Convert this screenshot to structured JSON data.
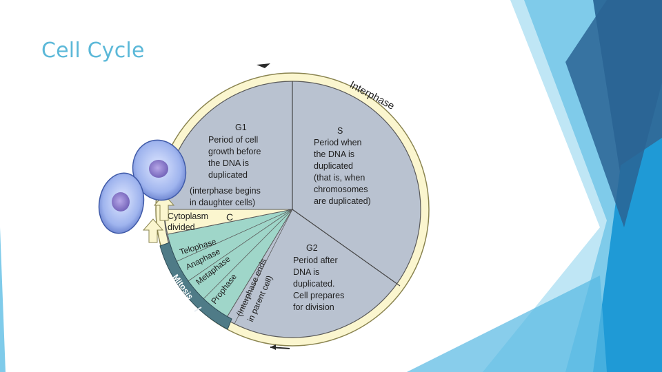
{
  "slide": {
    "title": "Cell Cycle"
  },
  "diagram": {
    "ring_label": "Interphase",
    "g1": {
      "name": "G1",
      "lines": [
        "Period of cell",
        "growth before",
        "the DNA is",
        "duplicated",
        "(interphase begins",
        "in daughter cells)"
      ]
    },
    "s": {
      "name": "S",
      "lines": [
        "Period when",
        "the DNA is",
        "duplicated",
        "(that is, when",
        "chromosomes",
        "are duplicated)"
      ]
    },
    "g2": {
      "name": "G2",
      "lines": [
        "Period after",
        "DNA is",
        "duplicated.",
        "Cell prepares",
        "for division"
      ]
    },
    "cytoplasm": {
      "lines": [
        "Cytoplasm",
        "divided"
      ],
      "marker": "C"
    },
    "phases": [
      "Telophase",
      "Anaphase",
      "Metaphase",
      "Prophase"
    ],
    "interphase_ends": [
      "(Interphase ends",
      "in parent cell)"
    ],
    "mitosis_label": "Mitosis",
    "colors": {
      "ring": "#fbf6cf",
      "slice": "#b9c2d0",
      "phase": "#9fd6c9",
      "mitosis": "#4f7b87",
      "accent": "#5bb8d8"
    }
  }
}
